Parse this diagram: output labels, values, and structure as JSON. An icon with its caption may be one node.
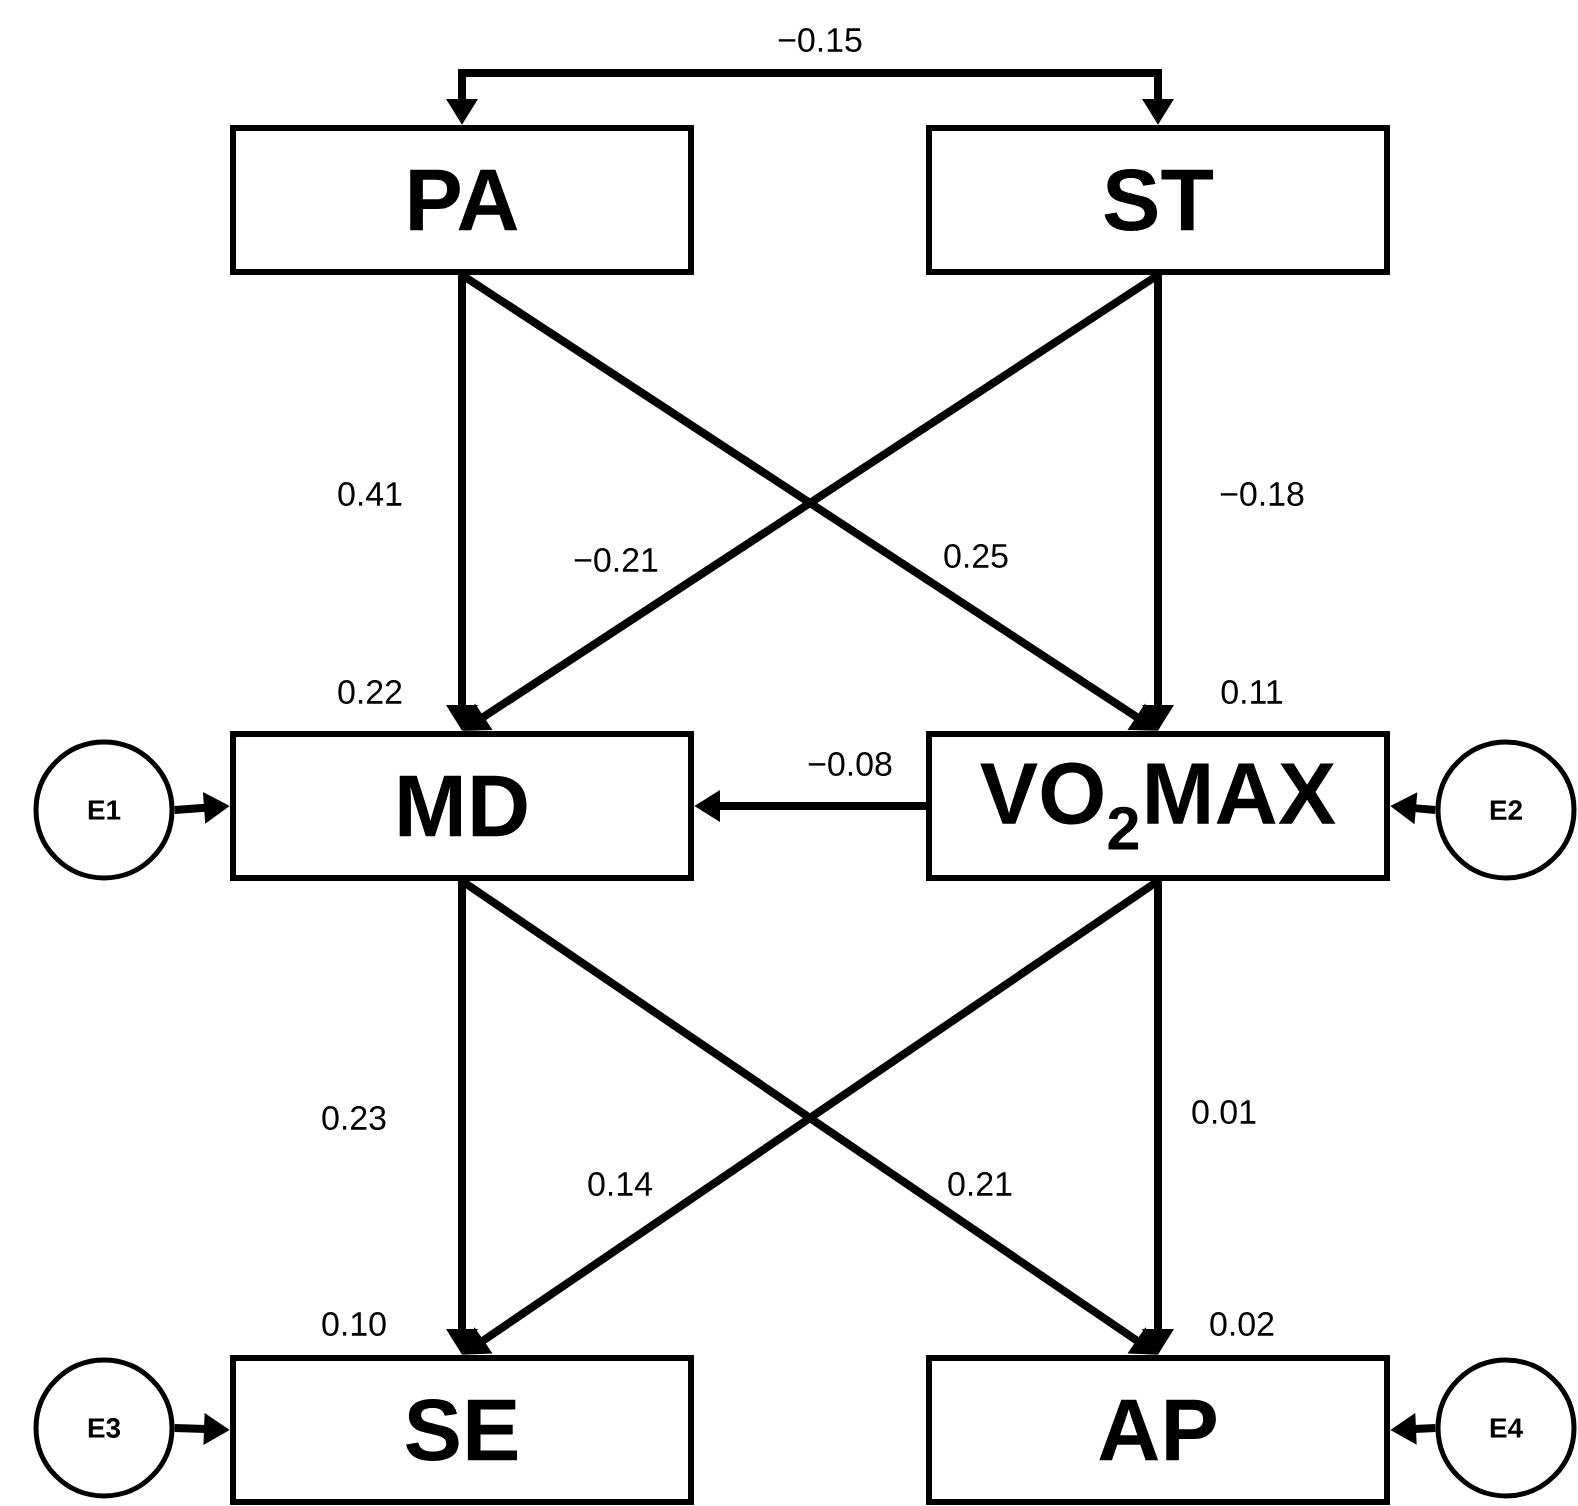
{
  "diagram": {
    "nodes": [
      {
        "text": [
          "PA"
        ]
      },
      {
        "text": [
          "ST"
        ]
      },
      {
        "text": [
          "E1"
        ]
      },
      {
        "text": [
          "MD"
        ],
        "beside": [
          "0.22"
        ]
      },
      {
        "text": [
          "VO$_{2}$MAX"
        ],
        "beside": [
          "0.11"
        ]
      },
      {
        "text": [
          "E2"
        ]
      },
      {
        "text": [
          "E3"
        ]
      },
      {
        "text": [
          "SE"
        ],
        "beside": [
          "0.10"
        ]
      },
      {
        "text": [
          "AP"
        ],
        "beside": [
          "0.02"
        ]
      },
      {
        "text": [
          "E4"
        ]
      }
    ],
    "edges": [
      {
        "from": 0,
        "to": 1,
        "arrow": "both",
        "label": "−0.15"
      },
      {
        "from": 0,
        "to": 3,
        "arrow": "to",
        "label": "0.41"
      },
      {
        "from": 1,
        "to": 3,
        "arrow": "to",
        "label": "−0.21"
      },
      {
        "from": 0,
        "to": 4,
        "arrow": "to",
        "label": "0.25"
      },
      {
        "from": 1,
        "to": 4,
        "arrow": "to",
        "label": "−0.18"
      },
      {
        "from": 2,
        "to": 3,
        "arrow": "to"
      },
      {
        "from": 4,
        "to": 3,
        "arrow": "to",
        "label": "−0.08"
      },
      {
        "from": 5,
        "to": 4,
        "arrow": "to"
      },
      {
        "from": 3,
        "to": 7,
        "arrow": "to",
        "label": "0.23"
      },
      {
        "from": 4,
        "to": 7,
        "arrow": "to",
        "label": "0.14"
      },
      {
        "from": 3,
        "to": 8,
        "arrow": "to",
        "label": "0.21"
      },
      {
        "from": 4,
        "to": 8,
        "arrow": "to",
        "label": "0.01"
      },
      {
        "from": 6,
        "to": 7,
        "arrow": "to"
      },
      {
        "from": 9,
        "to": 8,
        "arrow": "to"
      }
    ]
  }
}
